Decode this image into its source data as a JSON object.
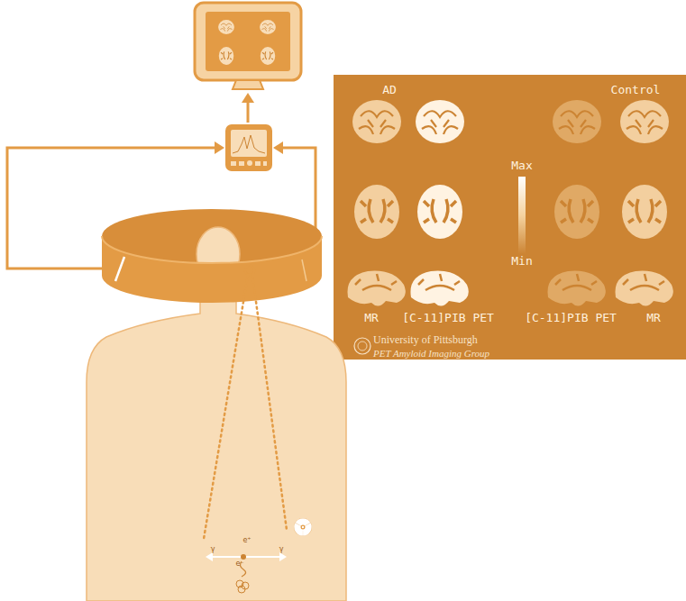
{
  "diagram": {
    "nodes": [
      {
        "text": [
          "AD",
          "Control",
          "Max",
          "Min",
          "MR",
          "[C-11]PIB PET",
          "[C-11]PIB PET",
          "MR",
          "University of Pittsburgh",
          "PET Amyloid Imaging Group"
        ]
      },
      {
        "text": [
          "γ",
          "e⁺",
          "e⁻",
          "γ"
        ]
      }
    ]
  }
}
